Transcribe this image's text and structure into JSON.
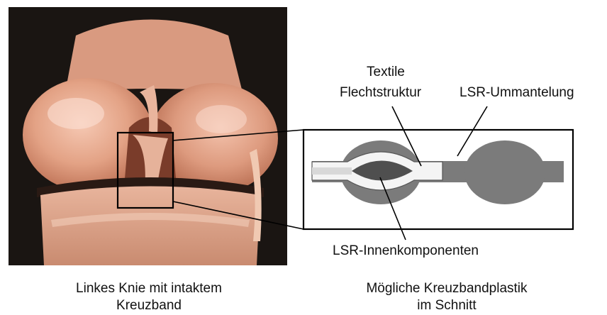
{
  "labels": {
    "textile_line1": "Textile",
    "textile_line2": "Flechtstruktur",
    "lsr_coating": "LSR-Ummantelung",
    "lsr_inner": "LSR-Innenkomponenten"
  },
  "captions": {
    "left_line1": "Linkes Knie mit intaktem",
    "left_line2": "Kreuzband",
    "right_line1": "Mögliche Kreuzbandplastik",
    "right_line2": "im Schnitt"
  },
  "colors": {
    "photo_background": "#1a1512",
    "tissue": "#e9a98f",
    "coating_gray": "#7b7b7b",
    "inner_dark": "#4a4a4a"
  }
}
